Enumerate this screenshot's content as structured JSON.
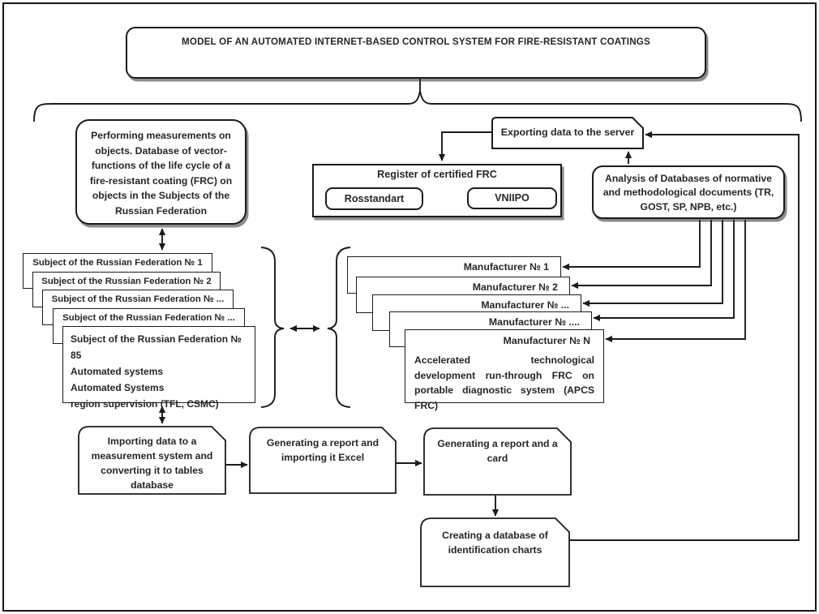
{
  "title": "MODEL OF AN AUTOMATED INTERNET-BASED CONTROL SYSTEM FOR FIRE-RESISTANT COATINGS",
  "measurement": {
    "text": "Performing measurements on objects. Database of vector-functions of the life cycle of a fire-resistant coating (FRC) on objects in the Subjects of the Russian Federation"
  },
  "exporting": {
    "label": "Exporting data to the server"
  },
  "register": {
    "label": "Register of certified FRC",
    "items": [
      "Rosstandart",
      "VNIIPO"
    ]
  },
  "analysis": {
    "text": "Analysis of Databases of normative and methodological documents (TR, GOST, SP, NPB, etc.)"
  },
  "subjects": {
    "items": [
      "Subject of the Russian Federation № 1",
      "Subject of the Russian Federation № 2",
      "Subject of the Russian Federation № ...",
      "Subject of the Russian Federation № ...",
      "Subject of the Russian Federation № 85"
    ],
    "last_lines": [
      "Automated systems",
      "Automated Systems",
      "region supervision (TFL, CSMC)"
    ]
  },
  "manufacturers": {
    "items": [
      "Manufacturer № 1",
      "Manufacturer № 2",
      "Manufacturer № ...",
      "Manufacturer № ....",
      "Manufacturer № N"
    ],
    "last_text": "Accelerated technological development run-through FRC on portable diagnostic system (APCS FRC)"
  },
  "process": {
    "importing": "Importing data to a measurement system and converting it to tables database",
    "report_excel": "Generating a report and importing it Excel",
    "report_card": "Generating a report and a card",
    "creating": "Creating a database of identification charts"
  },
  "colors": {
    "line": "#1b1b1b",
    "background": "#ffffff"
  }
}
